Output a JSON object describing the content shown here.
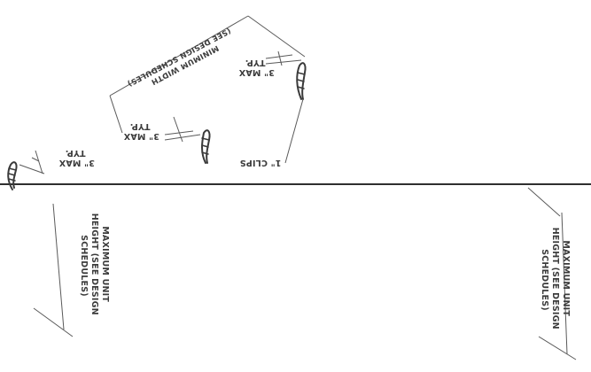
{
  "labels": {
    "max_height_left": [
      "MAXIMUM UNIT",
      "HEIGHT (SEE DESIGN",
      "SCHEDULES)"
    ],
    "max_height_right": [
      "MAXIMUM UNIT",
      "HEIGHT (SEE DESIGN",
      "SCHEDULES)"
    ],
    "three_max_typ": [
      "3\" MAX",
      "TYP."
    ],
    "min_width": [
      "MINIMUM WIDTH",
      "(SEE DESIGN SCHEDULES)"
    ],
    "clips": "1\" CLIPS"
  }
}
